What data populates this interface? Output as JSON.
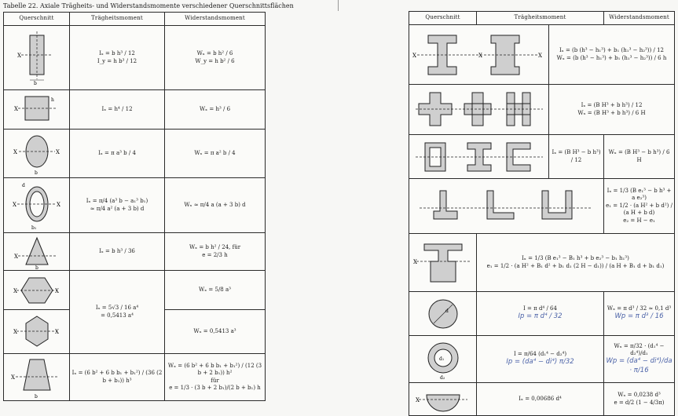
{
  "left": {
    "title": "Tabelle 22. Axiale Trägheits- und Widerstandsmomente verschiedener Querschnittsflächen",
    "headers": [
      "Querschnitt",
      "Trägheitsmoment",
      "Widerstandsmoment"
    ],
    "rows": [
      {
        "inertia": [
          "Iₓ = b h³ / 12",
          "I_y = h b³ / 12"
        ],
        "modulus": [
          "Wₓ = b h² / 6",
          "W_y = h b² / 6"
        ]
      },
      {
        "inertia": [
          "Iₓ = h⁴ / 12"
        ],
        "modulus": [
          "Wₓ = h³ / 6"
        ]
      },
      {
        "inertia": [
          "Iₓ = π a³ b / 4"
        ],
        "modulus": [
          "Wₓ = π a² b / 4"
        ]
      },
      {
        "inertia": [
          "Iₓ = π/4 (a³ b − a₁³ b₁)",
          "≈ π/4 a² (a + 3 b) d"
        ],
        "modulus": [
          "Wₓ ≈ π/4 a (a + 3 b) d"
        ]
      },
      {
        "inertia": [
          "Iₓ = b h³ / 36"
        ],
        "modulus": [
          "Wₓ = b h² / 24,  für",
          "e = 2/3 h"
        ]
      },
      {
        "inertia": [
          "Iₓ = 5√3 / 16 a⁴",
          "= 0,5413 a⁴"
        ],
        "modulus": [
          "Wₓ = 5/8 a³"
        ]
      },
      {
        "modulus": [
          "Wₓ = 0,5413 a³"
        ]
      },
      {
        "inertia": [
          "Iₓ = (6 b² + 6 b b₁ + b₁²) / (36 (2 b + b₁)) h³"
        ],
        "modulus": [
          "Wₓ = (6 b² + 6 b b₁ + b₁²) / (12 (3 b + 2 b₁)) h²",
          "für",
          "e = 1/3 · (3 b + 2 b₁)/(2 b + b₁) h"
        ]
      }
    ]
  },
  "right": {
    "headers": [
      "Querschnitt",
      "Trägheitsmoment",
      "Widerstandsmoment"
    ],
    "rows": [
      {
        "formula": [
          "Iₓ = (b (h³ − h₁³) + b₁ (h₁³ − h₂³)) / 12",
          "Wₓ = (b (h³ − h₁³) + b₁ (h₁³ − h₂³)) / 6 h"
        ]
      },
      {
        "formula": [
          "Iₓ = (B H³ + b h³) / 12",
          "Wₓ = (B H³ + b h³) / 6 H"
        ]
      },
      {
        "inertia": [
          "Iₓ = (B H³ − b h³) / 12"
        ],
        "modulus": [
          "Wₓ = (B H³ − b h³) / 6 H"
        ]
      },
      {
        "formula": [
          "Iₓ = 1/3 (B e₁³ − b h³ + a e₂³)",
          "e₁ = 1/2 · (a H² + b d²) / (a H + b d)",
          "e₂ = H − e₁"
        ]
      },
      {
        "formula": [
          "Iₓ = 1/3 (B e₁³ − B₁ h³ + b e₂³ − b₁ h₁³)",
          "e₁ = 1/2 · (a H² + B₁ d² + b₁ d₁ (2 H − d₁)) / (a H + B₁ d + b₁ d₁)"
        ]
      },
      {
        "inertia": [
          "I = π d⁴ / 64"
        ],
        "inertia_hand": [
          "Ip = π d⁴ / 32"
        ],
        "modulus": [
          "Wₓ = π d³ / 32 ≈ 0,1 d³"
        ],
        "modulus_hand": [
          "Wp = π d³ / 16"
        ]
      },
      {
        "inertia": [
          "I = π/64 (d₁⁴ − d₂⁴)"
        ],
        "inertia_hand": [
          "Ip = (da⁴ − di⁴) π/32"
        ],
        "modulus": [
          "Wₓ = π/32 · (d₁⁴ − d₂⁴)/d₁"
        ],
        "modulus_hand": [
          "Wp = (da⁴ − di⁴)/da · π/16"
        ]
      },
      {
        "inertia": [
          "Iₓ = 0,00686 d⁴"
        ],
        "modulus": [
          "Wₓ = 0,0238 d³",
          "e = d/2 (1 − 4/3π)"
        ]
      }
    ]
  }
}
